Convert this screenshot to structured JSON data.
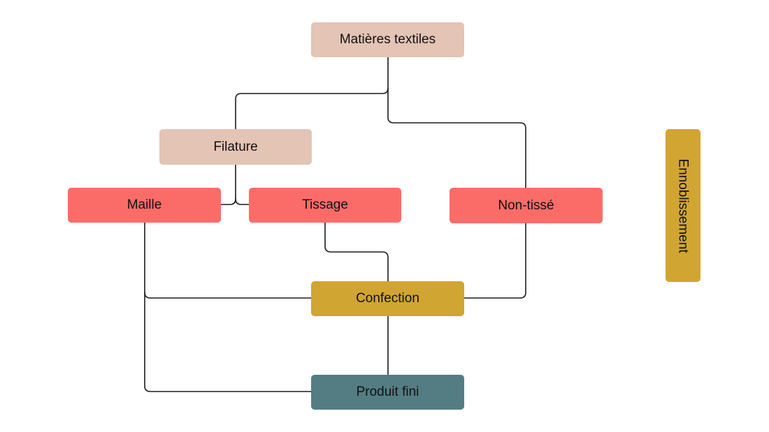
{
  "diagram": {
    "type": "flowchart",
    "colors": {
      "raw_material": "#E3C4B5",
      "fabric_process": "#FB6C69",
      "finishing": "#D1A531",
      "final_product": "#547D83",
      "connector": "#1B1B1B"
    },
    "nodes": [
      {
        "id": "matieres",
        "label": "Matières textiles",
        "category": "raw_material"
      },
      {
        "id": "filature",
        "label": "Filature",
        "category": "raw_material"
      },
      {
        "id": "maille",
        "label": "Maille",
        "category": "fabric_process"
      },
      {
        "id": "tissage",
        "label": "Tissage",
        "category": "fabric_process"
      },
      {
        "id": "nontisse",
        "label": "Non-tissé",
        "category": "fabric_process"
      },
      {
        "id": "confection",
        "label": "Confection",
        "category": "finishing"
      },
      {
        "id": "produit",
        "label": "Produit fini",
        "category": "final_product"
      },
      {
        "id": "ennoblissement",
        "label": "Ennoblissement",
        "category": "finishing"
      }
    ],
    "edges": [
      {
        "from": "matieres",
        "to": "filature"
      },
      {
        "from": "matieres",
        "to": "nontisse"
      },
      {
        "from": "filature",
        "to": "maille"
      },
      {
        "from": "filature",
        "to": "tissage"
      },
      {
        "from": "maille",
        "to": "confection"
      },
      {
        "from": "maille",
        "to": "produit"
      },
      {
        "from": "tissage",
        "to": "confection"
      },
      {
        "from": "nontisse",
        "to": "confection"
      },
      {
        "from": "confection",
        "to": "produit"
      }
    ]
  }
}
